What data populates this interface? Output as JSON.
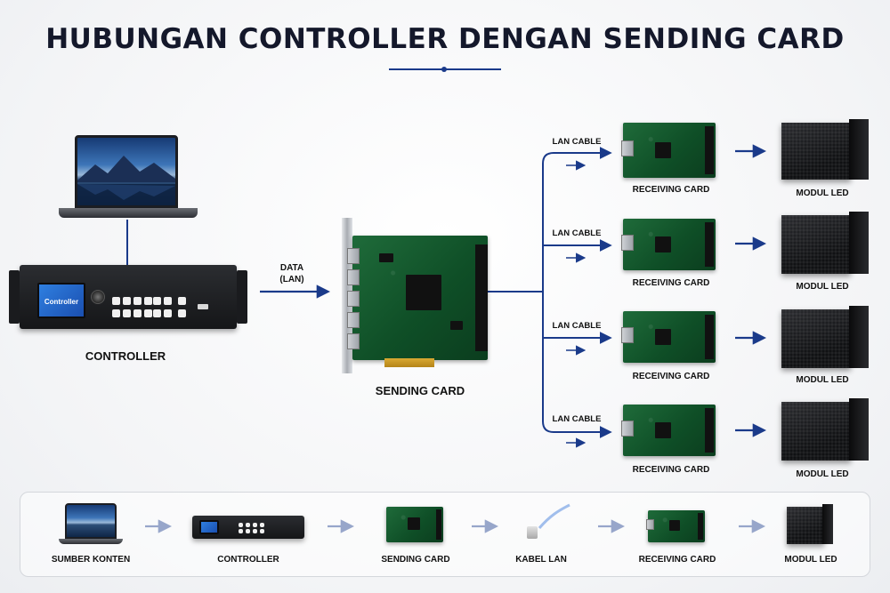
{
  "title": "HUBUNGAN CONTROLLER DENGAN SENDING CARD",
  "main": {
    "controller_label": "CONTROLLER",
    "controller_screen_text": "Controller",
    "data_label_line1": "DATA",
    "data_label_line2": "(LAN)",
    "sending_card_label": "SENDING CARD",
    "branches": [
      {
        "cable_label": "LAN CABLE",
        "receiving_label": "RECEIVING CARD",
        "module_label": "MODUL LED"
      },
      {
        "cable_label": "LAN CABLE",
        "receiving_label": "RECEIVING CARD",
        "module_label": "MODUL LED"
      },
      {
        "cable_label": "LAN CABLE",
        "receiving_label": "RECEIVING CARD",
        "module_label": "MODUL LED"
      },
      {
        "cable_label": "LAN CABLE",
        "receiving_label": "RECEIVING CARD",
        "module_label": "MODUL LED"
      }
    ]
  },
  "flow": {
    "steps": [
      "SUMBER KONTEN",
      "CONTROLLER",
      "SENDING CARD",
      "KABEL LAN",
      "RECEIVING CARD",
      "MODUL LED"
    ]
  },
  "icons": [
    "laptop-icon",
    "controller-device-icon",
    "sending-card-icon",
    "receiving-card-icon",
    "led-module-icon",
    "lan-cable-icon",
    "arrow-icon"
  ],
  "colors": {
    "accent": "#1a3a8a",
    "title": "#14182b",
    "pcb": "#1f6b3a"
  }
}
